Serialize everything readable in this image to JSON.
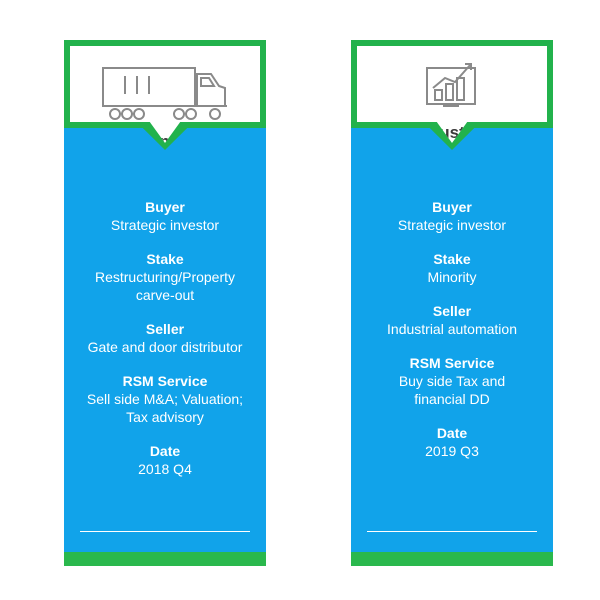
{
  "cards": [
    {
      "title": "Gate and door",
      "icon": "truck-icon",
      "fields": [
        {
          "label": "Buyer",
          "value": "Strategic investor"
        },
        {
          "label": "Stake",
          "value": "Restructuring/Property\ncarve-out"
        },
        {
          "label": "Seller",
          "value": "Gate and door distributor"
        },
        {
          "label": "RSM Service",
          "value": "Sell side M&A; Valuation;\nTax advisory"
        },
        {
          "label": "Date",
          "value": "2018 Q4"
        }
      ]
    },
    {
      "title": "Industrial\nautomation",
      "icon": "chart-monitor-icon",
      "fields": [
        {
          "label": "Buyer",
          "value": "Strategic investor"
        },
        {
          "label": "Stake",
          "value": "Minority"
        },
        {
          "label": "Seller",
          "value": "Industrial automation"
        },
        {
          "label": "RSM Service",
          "value": "Buy side Tax and\nfinancial DD"
        },
        {
          "label": "Date",
          "value": "2019 Q3"
        }
      ]
    }
  ],
  "colors": {
    "green": "#22b24c",
    "blue": "#11a3ea",
    "text_dark": "#3a3a3a",
    "white": "#ffffff"
  }
}
